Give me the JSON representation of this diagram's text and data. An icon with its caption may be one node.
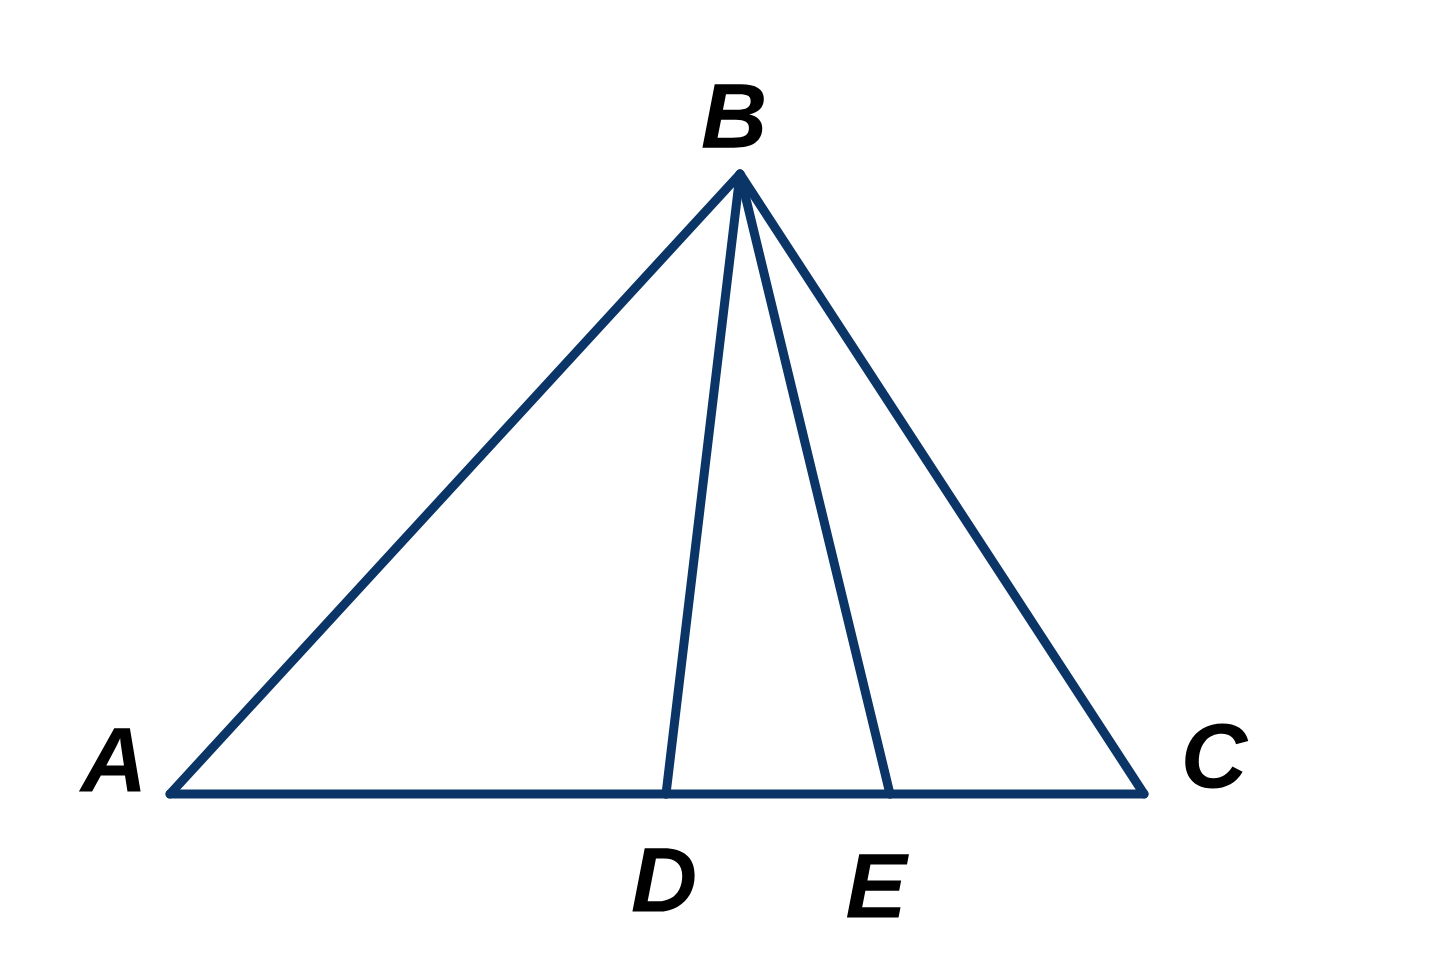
{
  "diagram": {
    "nodes": [
      {
        "text": [
          "A"
        ]
      },
      {
        "text": [
          "B"
        ]
      },
      {
        "text": [
          "C"
        ]
      },
      {
        "text": [
          "D"
        ]
      },
      {
        "text": [
          "E"
        ]
      }
    ],
    "edges": [
      {
        "from": 0,
        "to": 1,
        "arrow": "none"
      },
      {
        "from": 1,
        "to": 2,
        "arrow": "none"
      },
      {
        "from": 0,
        "to": 3,
        "arrow": "none"
      },
      {
        "from": 3,
        "to": 4,
        "arrow": "none"
      },
      {
        "from": 4,
        "to": 2,
        "arrow": "none"
      },
      {
        "from": 1,
        "to": 3,
        "arrow": "none"
      },
      {
        "from": 1,
        "to": 4,
        "arrow": "none"
      }
    ]
  }
}
